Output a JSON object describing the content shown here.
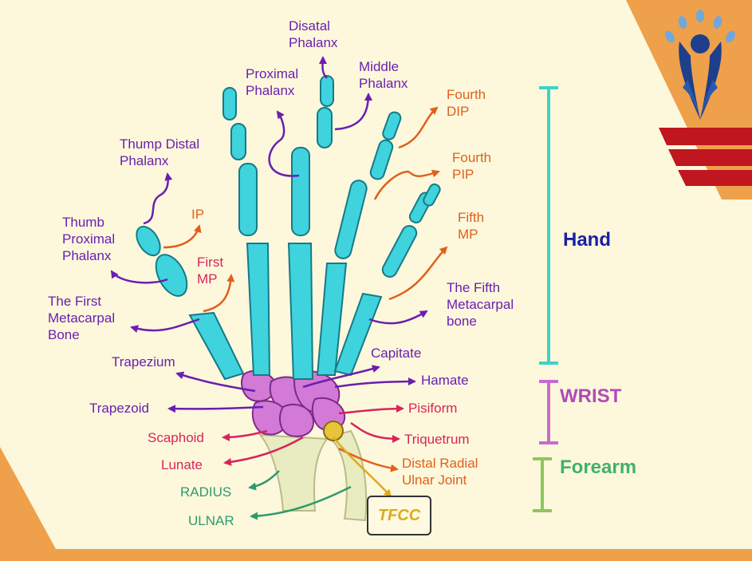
{
  "labels": {
    "distal_phalanx": "Disatal\nPhalanx",
    "proximal_phalanx": "Proximal\nPhalanx",
    "middle_phalanx": "Middle\nPhalanx",
    "fourth_dip": "Fourth\nDIP",
    "fourth_pip": "Fourth\nPIP",
    "fifth_mp": "Fifth\nMP",
    "thumb_distal_phalanx": "Thump Distal\nPhalanx",
    "ip": "IP",
    "thumb_proximal_phalanx": "Thumb\nProximal\nPhalanx",
    "first_mp": "First\nMP",
    "first_metacarpal": "The First\nMetacarpal\nBone",
    "fifth_metacarpal": "The Fifth\nMetacarpal\nbone",
    "trapezium": "Trapezium",
    "capitate": "Capitate",
    "hamate": "Hamate",
    "trapezoid": "Trapezoid",
    "pisiform": "Pisiform",
    "scaphoid": "Scaphoid",
    "triquetrum": "Triquetrum",
    "lunate": "Lunate",
    "distal_radial_ulnar_joint": "Distal Radial\nUlnar Joint",
    "radius": "RADIUS",
    "ulnar": "ULNAR",
    "tfcc": "TFCC"
  },
  "regions": {
    "hand": "Hand",
    "wrist": "WRIST",
    "forearm": "Forearm"
  },
  "colors": {
    "background": "#fdf8dc",
    "accent_orange": "#eea04a",
    "stripe_red": "#c0161f",
    "bone_cyan": "#3fd3dd",
    "carpal_magenta": "#d27ad6",
    "forearm_bone": "#e8ecc0",
    "label_purple": "#6a1fb0",
    "label_orange": "#e0601c",
    "label_red": "#d8245a",
    "label_green": "#2f9a6e",
    "hand_bracket": "#3ed3c6",
    "wrist_bracket": "#c86ad0",
    "forearm_bracket": "#8cc85a",
    "hand_text": "#1c1fa8",
    "wrist_text": "#b04bb8",
    "forearm_text": "#42b06a",
    "logo_blue": "#1e3f8c"
  }
}
